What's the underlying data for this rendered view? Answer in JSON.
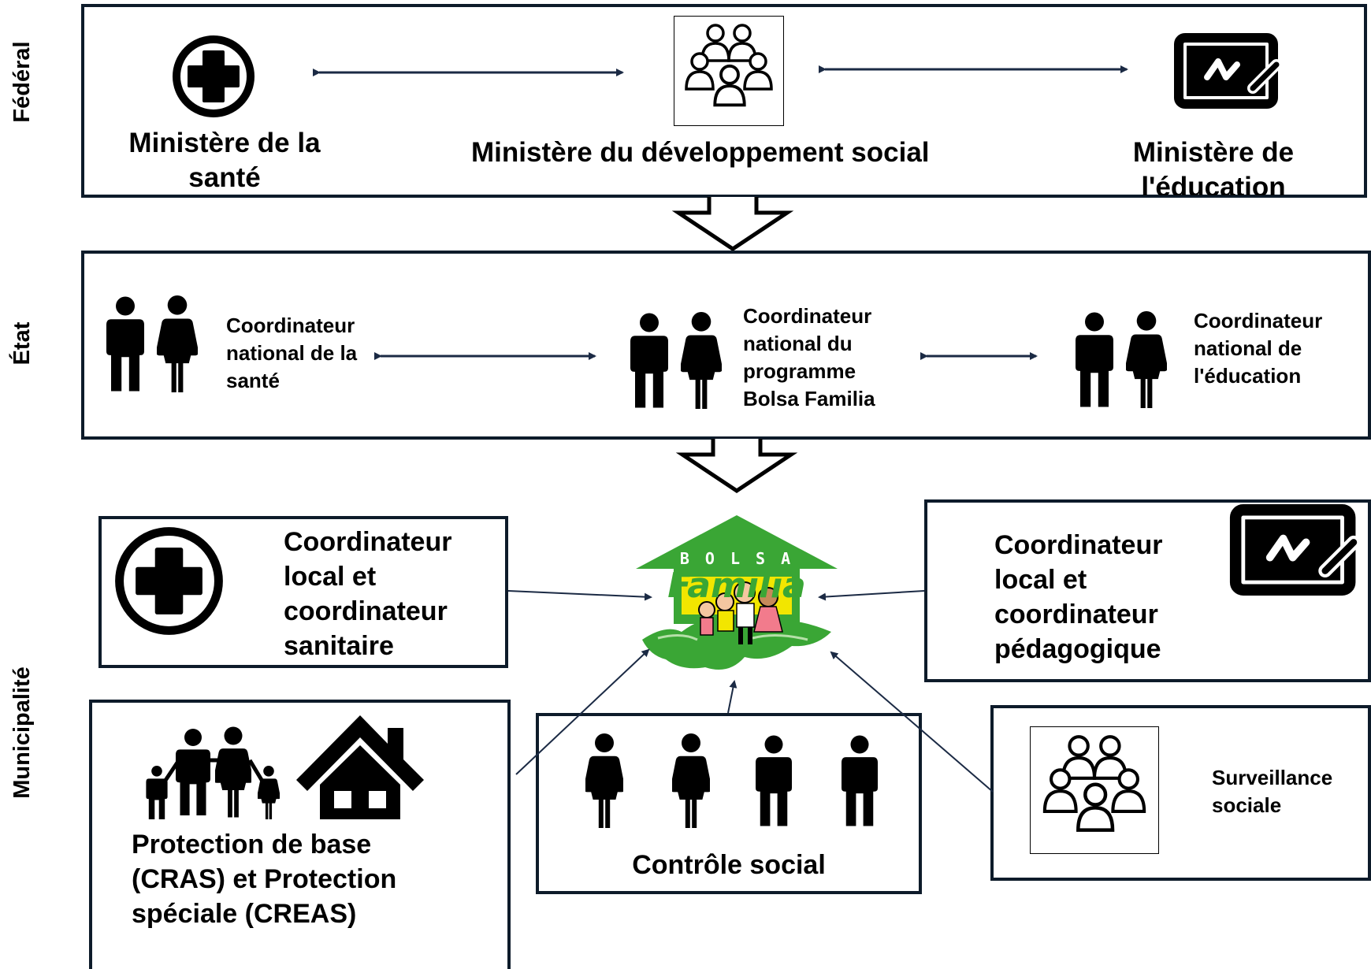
{
  "levels": {
    "federal": "Fédéral",
    "state": "État",
    "municipal": "Municipalité"
  },
  "federal": {
    "health": "Ministère de la santé",
    "social": "Ministère du développement social",
    "education": "Ministère de l'éducation"
  },
  "state": {
    "health": "Coordinateur national de la santé",
    "bolsa": "Coordinateur national du programme Bolsa Familia",
    "education": "Coordinateur national de l'éducation"
  },
  "municipal": {
    "health": "Coordinateur local et coordinateur sanitaire",
    "education": "Coordinateur local et coordinateur pédagogique",
    "protection": "Protection de base (CRAS) et Protection spéciale (CREAS)",
    "social_control": "Contrôle social",
    "social_surveillance": "Surveillance sociale"
  },
  "logo": {
    "top": "B O L S A",
    "bottom": "Família"
  },
  "colors": {
    "border": "#0d1b2a",
    "arrow": "#1b2a44",
    "logo_green": "#3aa635",
    "logo_yellow": "#f2e600"
  },
  "icons": [
    "medical-cross-icon",
    "group-people-icon",
    "chalkboard-icon",
    "man-woman-icon",
    "family-icon",
    "house-icon",
    "woman-icon",
    "man-icon"
  ]
}
